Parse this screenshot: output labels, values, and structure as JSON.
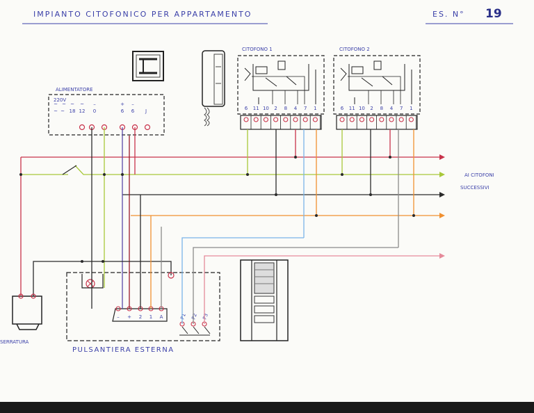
{
  "sheet": {
    "title": "IMPIANTO CITOFONICO PER APPARTAMENTO",
    "example_prefix": "ES. N°",
    "example_number": "19"
  },
  "labels": {
    "alimentatore": "ALIMENTATORE",
    "citofono_1": "CITOFONO 1",
    "citofono_2": "CITOFONO 2",
    "ai_citofoni": "AI CITOFONI",
    "successivi": "SUCCESSIVI",
    "serratura": "SERRATURA",
    "pulsantiera": "PULSANTIERA ESTERNA"
  },
  "alimentatore_terminals": {
    "voltage": "220V",
    "top": [
      "~",
      "~",
      "~",
      "~",
      "–",
      "+",
      "–"
    ],
    "bottom": [
      "~",
      "~",
      "18",
      "12",
      "0",
      "6",
      "6",
      "J"
    ]
  },
  "citofono_terminals": [
    "6",
    "11",
    "10",
    "2",
    "8",
    "4",
    "7",
    "1"
  ],
  "pulsantiera_terminals": [
    "–",
    "+",
    "2",
    "1",
    "A"
  ],
  "pulsantiera_buttons": [
    "P1",
    "P2",
    "P3"
  ],
  "colors": {
    "ink": "#3a3fa8",
    "pencil": "#222222",
    "red": "#c8324a",
    "green": "#a8c83a",
    "black": "#2a2a2a",
    "orange": "#f09030",
    "lightblue": "#7ab4e8",
    "gray": "#8a8a8a",
    "pink": "#e58a9a",
    "purple": "#5a4aa8",
    "dark_red": "#9a1a2a"
  }
}
